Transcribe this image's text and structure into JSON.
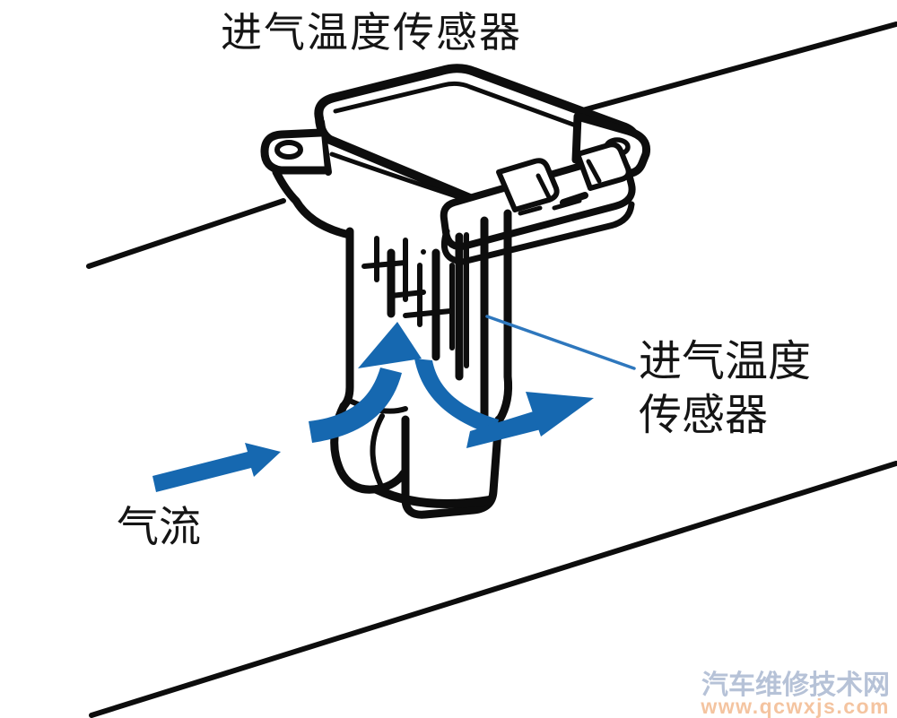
{
  "title": "进气温度传感器",
  "diagram": {
    "airflow_label": "气流",
    "callout": {
      "line1": "进气温度",
      "line2": "传感器"
    },
    "icons": {
      "airflow_arrow_in": "thick-blue-arrow-up-right",
      "airflow_arrow_up": "curved-blue-arrow-up",
      "airflow_arrow_out": "thick-blue-arrow-right",
      "callout_leader": "thin-blue-leader-line"
    }
  },
  "watermark": {
    "site_name": "汽车维修技术网",
    "site_url": "www.qcwxjs.com"
  },
  "colors": {
    "line_black": "#0d0d0d",
    "arrow_blue": "#1668b0",
    "leader_blue": "#2e77bd",
    "watermark_blue": "#b6c2d7",
    "watermark_orange": "#f4c4a0",
    "background": "#ffffff"
  }
}
